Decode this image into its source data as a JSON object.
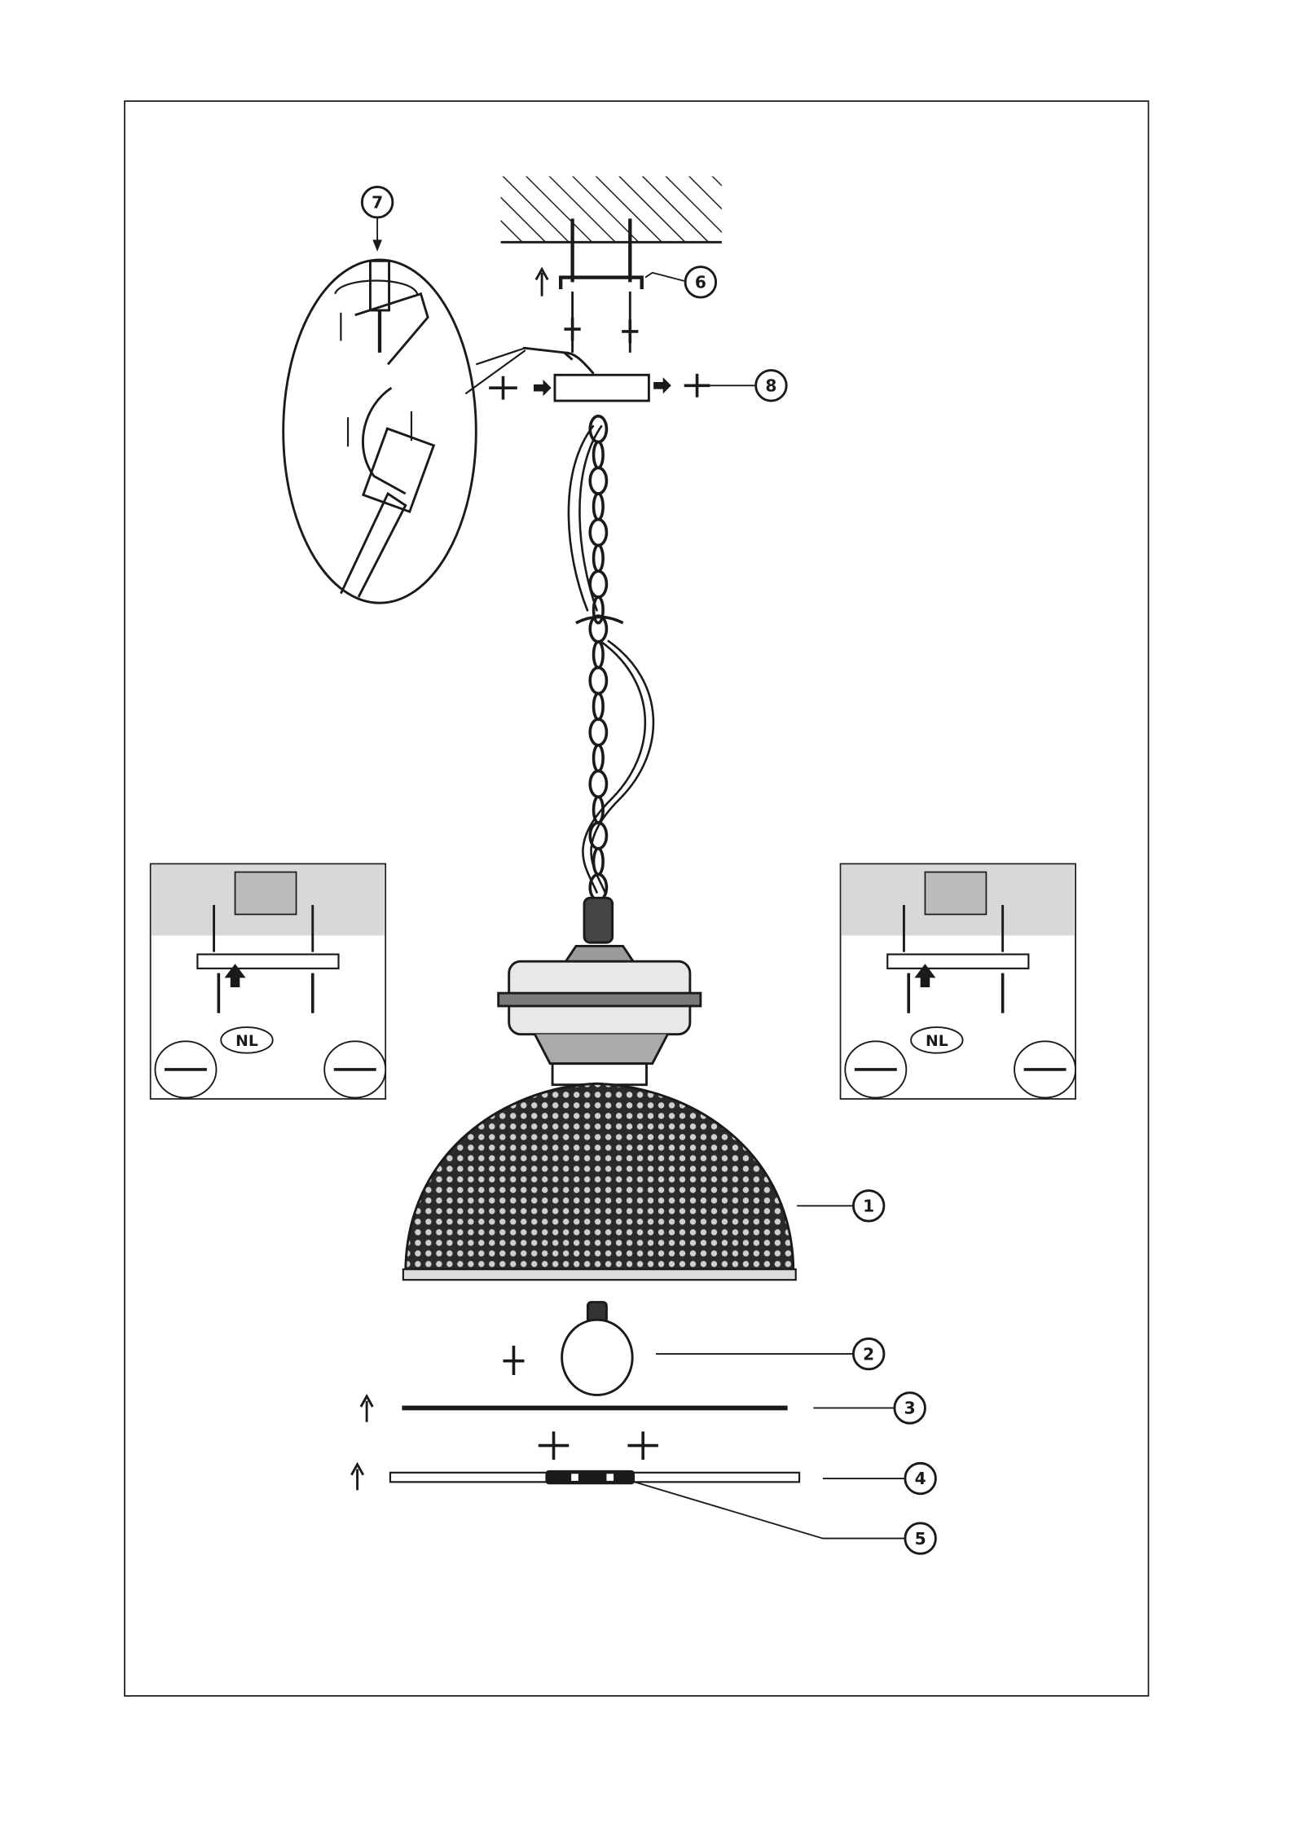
{
  "figure": {
    "callouts": [
      {
        "id": "c1",
        "label": "1"
      },
      {
        "id": "c2",
        "label": "2"
      },
      {
        "id": "c3",
        "label": "3"
      },
      {
        "id": "c4",
        "label": "4"
      },
      {
        "id": "c5",
        "label": "5"
      },
      {
        "id": "c6",
        "label": "6"
      },
      {
        "id": "c7",
        "label": "7"
      },
      {
        "id": "c8",
        "label": "8"
      }
    ],
    "inset_left": {
      "country_code": "NL"
    },
    "inset_right": {
      "country_code": "NL"
    }
  },
  "colors": {
    "line": "#1a1a1a",
    "inset_bg": "#d8d8d8",
    "paper": "#ffffff"
  }
}
